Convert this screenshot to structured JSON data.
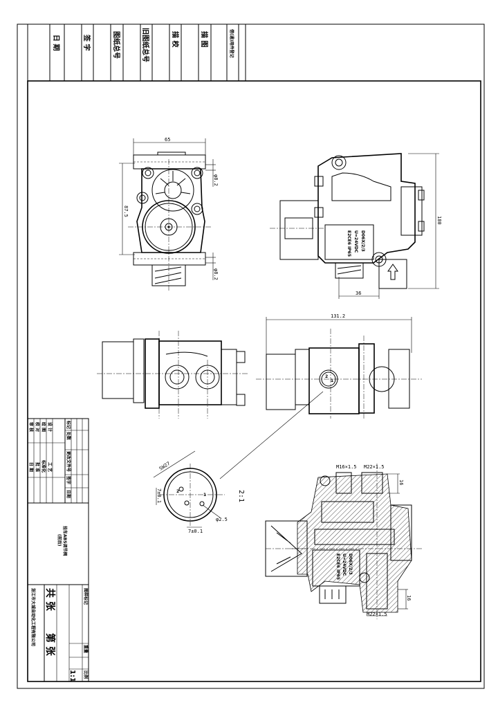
{
  "top_strip": {
    "labels": [
      "日 期",
      "签 字",
      "图纸总号",
      "旧图纸总号",
      "描 校",
      "描 图",
      "借(通)用件登记"
    ]
  },
  "title_block": {
    "revision_headers": [
      "标记",
      "处数",
      "更改文件号",
      "签字",
      "日期"
    ],
    "roles": [
      "设 计",
      "绘 图",
      "校 对",
      "审 核"
    ],
    "roles2": [
      "工 艺",
      "标准化",
      "批 准",
      "日 期"
    ],
    "part_name": "挂车ABS调节阀",
    "part_sub": "(前后)",
    "meta_headers": [
      "图样标记",
      "重量",
      "比例"
    ],
    "scale": "1:1",
    "sheets_total": "共    张",
    "sheet_no": "第    张",
    "company": "浙江市大城自动化工程有限公司"
  },
  "dimensions": {
    "width_top": "65",
    "height_left": "87.5",
    "dia_top": "φ8.2",
    "dia_bottom": "φ8.2",
    "height_right": "180",
    "offset_bottom": "36",
    "length_side": "131.2",
    "detail_sw": "SW27",
    "detail_v": "7±0.1",
    "detail_h": "7±0.1",
    "detail_dia": "φ2.5",
    "detail_scale": "2:1",
    "port_a": "M16×1.5",
    "port_b": "M22×1.5",
    "port_c": "M22×1.5",
    "depth_a": "16",
    "depth_b": "16"
  },
  "nameplate": [
    "D06X/2/3",
    "U=24VDC",
    "E2CE6 IP65"
  ],
  "connector_pins": [
    "1",
    "2"
  ]
}
